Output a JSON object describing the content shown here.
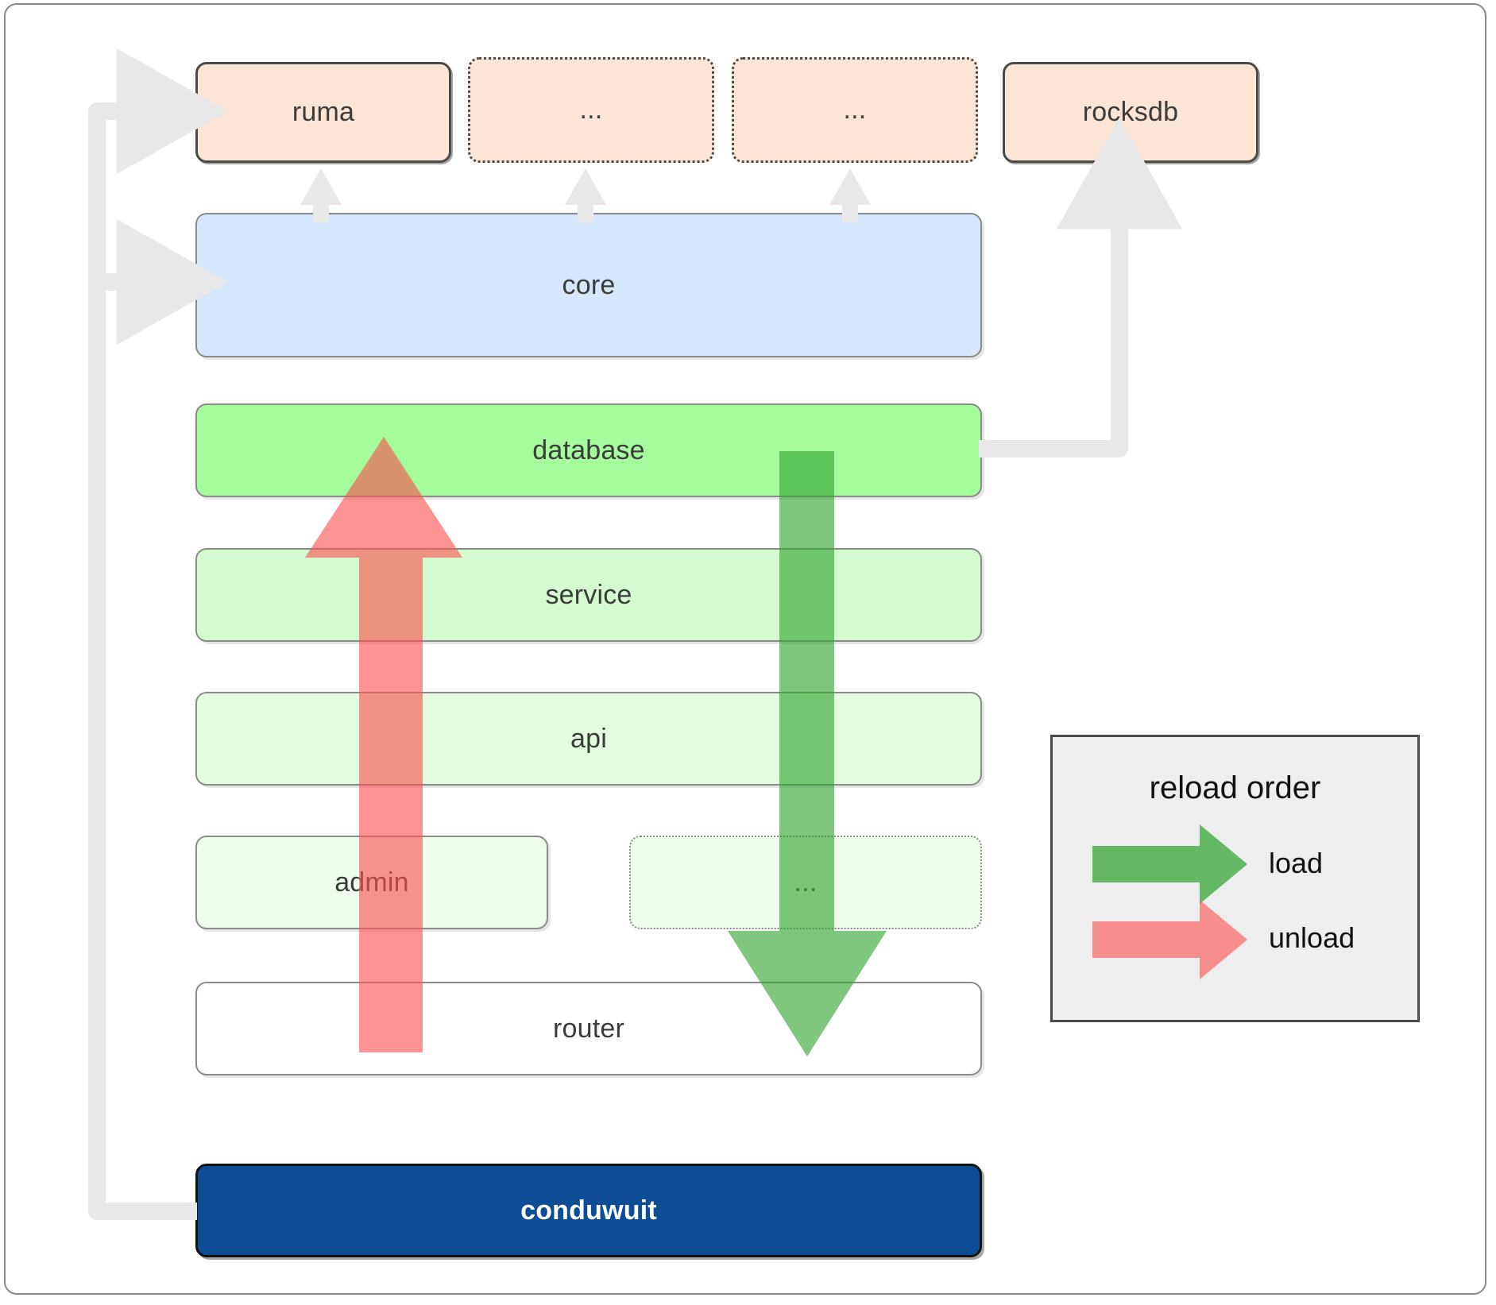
{
  "diagram": {
    "title": "conduwuit crate layering / reload order",
    "nodes": {
      "deps": [
        {
          "id": "ruma",
          "label": "ruma",
          "style": "solid"
        },
        {
          "id": "dep-ellipsis-1",
          "label": "...",
          "style": "dotted"
        },
        {
          "id": "dep-ellipsis-2",
          "label": "...",
          "style": "dotted"
        },
        {
          "id": "rocksdb",
          "label": "rocksdb",
          "style": "solid"
        }
      ],
      "core": {
        "id": "core",
        "label": "core"
      },
      "layers": [
        {
          "id": "database",
          "label": "database"
        },
        {
          "id": "service",
          "label": "service"
        },
        {
          "id": "api",
          "label": "api"
        },
        {
          "id": "admin",
          "label": "admin"
        },
        {
          "id": "layer-ellipsis",
          "label": "...",
          "style": "dotted"
        },
        {
          "id": "router",
          "label": "router"
        }
      ],
      "root": {
        "id": "conduwuit",
        "label": "conduwuit"
      }
    },
    "legend": {
      "title": "reload order",
      "items": [
        {
          "id": "load",
          "label": "load",
          "color": "#4caf50"
        },
        {
          "id": "unload",
          "label": "unload",
          "color": "#f98080"
        }
      ]
    },
    "arrows": {
      "load_direction": "down",
      "unload_direction": "up",
      "load_color": "#4caf50",
      "unload_color": "#f98080",
      "connector_color": "#e8e8e8"
    }
  },
  "colors": {
    "dependency_fill": "#fce5d4",
    "core_fill": "#d6e7fb",
    "layer1_fill": "#a4fc9c",
    "layer2_fill": "#d4fbcf",
    "layer3_fill": "#e3fbdf",
    "layer4_fill": "#effdec",
    "root_fill": "#0d4d96",
    "legend_fill": "#eeeeee"
  }
}
